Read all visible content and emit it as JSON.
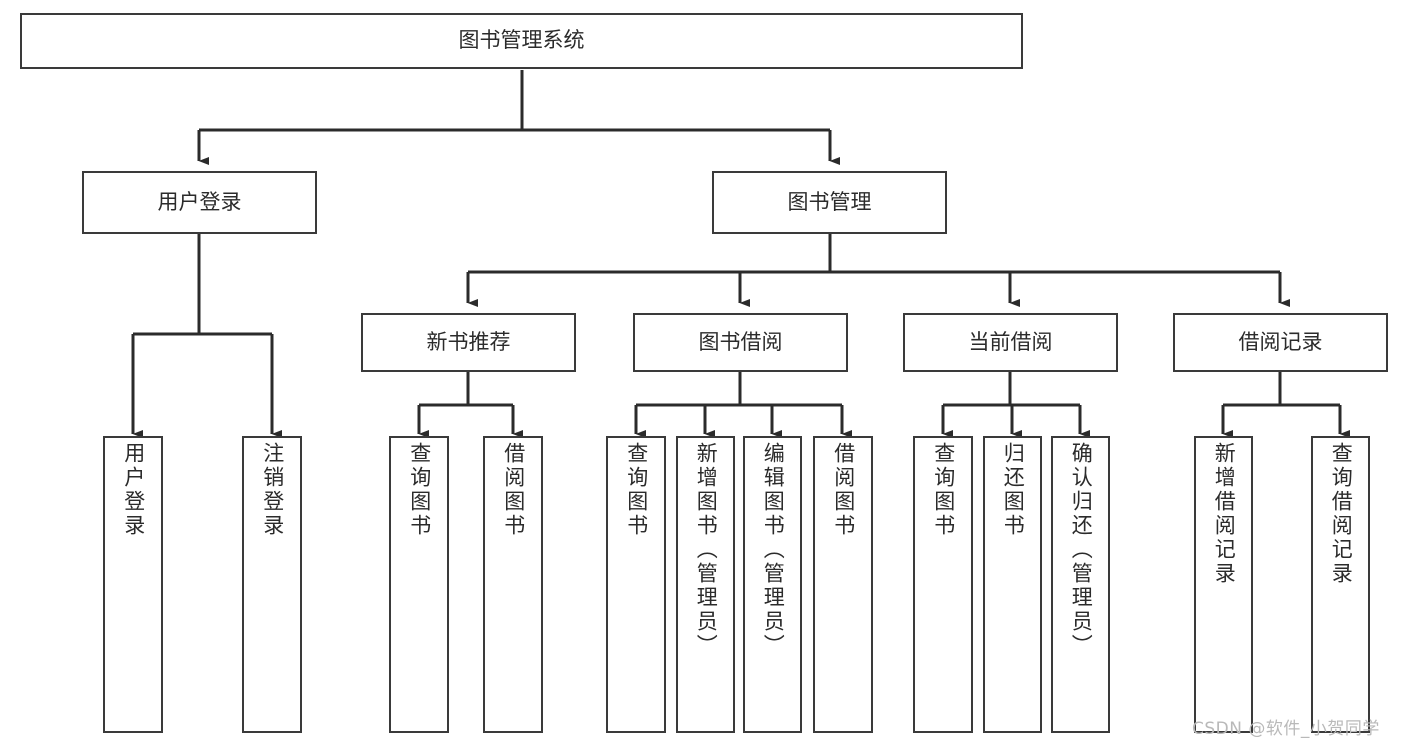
{
  "diagram": {
    "type": "tree",
    "title": "图书管理系统",
    "watermark": "CSDN @软件_小贺同学",
    "colors": {
      "box_stroke": "#3a3a3a",
      "box_fill": "#ffffff",
      "connector": "#2b2b2b",
      "text": "#2b2b2b",
      "watermark": "#b9b9b9",
      "background": "#ffffff"
    },
    "nodes": {
      "root": {
        "label": "图书管理系统",
        "orientation": "horizontal"
      },
      "level2": [
        {
          "id": "user-login",
          "label": "用户登录",
          "orientation": "horizontal"
        },
        {
          "id": "book-management",
          "label": "图书管理",
          "orientation": "horizontal"
        }
      ],
      "level3": [
        {
          "id": "new-book-recommend",
          "label": "新书推荐",
          "orientation": "horizontal"
        },
        {
          "id": "book-borrow",
          "label": "图书借阅",
          "orientation": "horizontal"
        },
        {
          "id": "current-borrow",
          "label": "当前借阅",
          "orientation": "horizontal"
        },
        {
          "id": "borrow-record",
          "label": "借阅记录",
          "orientation": "horizontal"
        }
      ],
      "leaves": [
        {
          "id": "leaf-user-login",
          "label": "用户登录",
          "parent": "user-login",
          "orientation": "vertical"
        },
        {
          "id": "leaf-logout-login",
          "label": "注销登录",
          "parent": "user-login",
          "orientation": "vertical"
        },
        {
          "id": "leaf-query-book-1",
          "label": "查询图书",
          "parent": "new-book-recommend",
          "orientation": "vertical"
        },
        {
          "id": "leaf-borrow-book-1",
          "label": "借阅图书",
          "parent": "new-book-recommend",
          "orientation": "vertical"
        },
        {
          "id": "leaf-query-book-2",
          "label": "查询图书",
          "parent": "book-borrow",
          "orientation": "vertical"
        },
        {
          "id": "leaf-add-book",
          "label": "新增图书（管理员）",
          "parent": "book-borrow",
          "orientation": "vertical"
        },
        {
          "id": "leaf-edit-book",
          "label": "编辑图书（管理员）",
          "parent": "book-borrow",
          "orientation": "vertical"
        },
        {
          "id": "leaf-borrow-book-2",
          "label": "借阅图书",
          "parent": "book-borrow",
          "orientation": "vertical"
        },
        {
          "id": "leaf-query-book-3",
          "label": "查询图书",
          "parent": "current-borrow",
          "orientation": "vertical"
        },
        {
          "id": "leaf-return-book",
          "label": "归还图书",
          "parent": "current-borrow",
          "orientation": "vertical"
        },
        {
          "id": "leaf-confirm-return",
          "label": "确认归还（管理员）",
          "parent": "current-borrow",
          "orientation": "vertical"
        },
        {
          "id": "leaf-add-record",
          "label": "新增借阅记录",
          "parent": "borrow-record",
          "orientation": "vertical"
        },
        {
          "id": "leaf-query-record",
          "label": "查询借阅记录",
          "parent": "borrow-record",
          "orientation": "vertical"
        }
      ]
    }
  }
}
